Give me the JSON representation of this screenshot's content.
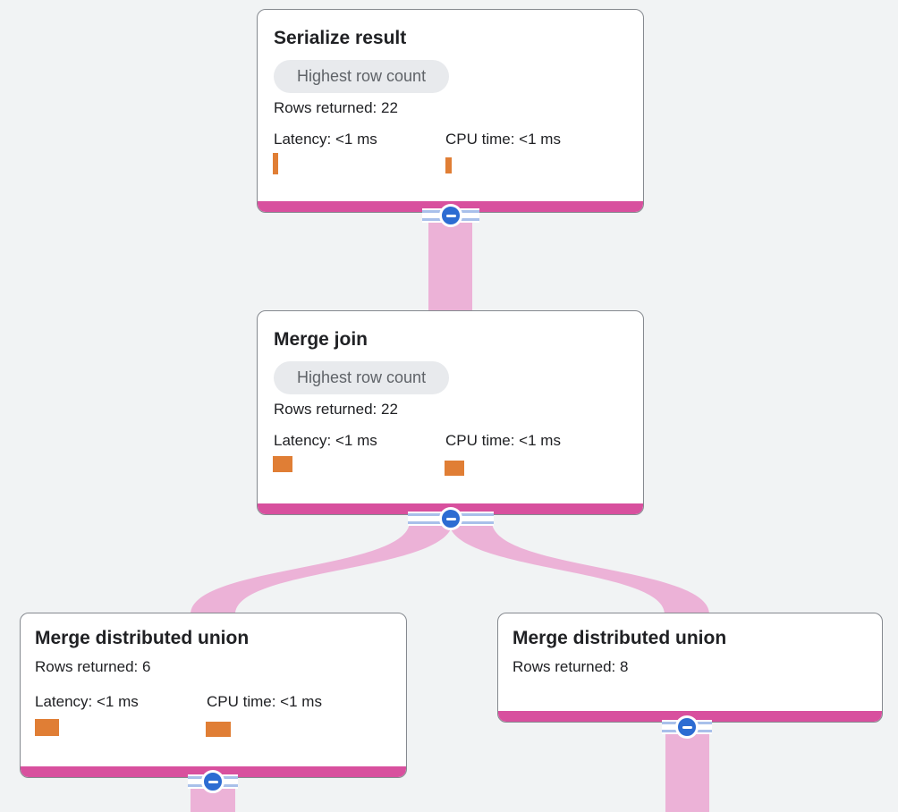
{
  "app": {
    "name": "query-execution-plan-visualizer"
  },
  "badge_label": "Highest row count",
  "nodes": [
    {
      "id": "serialize-result",
      "title": "Serialize result",
      "badge": "Highest row count",
      "rows_returned": "Rows returned: 22",
      "rows_returned_value": 22,
      "latency": "Latency: <1 ms",
      "cpu_time": "CPU time: <1 ms",
      "collapse_button": "expanded"
    },
    {
      "id": "merge-join",
      "title": "Merge join",
      "badge": "Highest row count",
      "rows_returned": "Rows returned: 22",
      "rows_returned_value": 22,
      "latency": "Latency: <1 ms",
      "cpu_time": "CPU time: <1 ms",
      "collapse_button": "expanded"
    },
    {
      "id": "merge-distributed-union-left",
      "title": "Merge distributed union",
      "rows_returned": "Rows returned: 6",
      "rows_returned_value": 6,
      "latency": "Latency: <1 ms",
      "cpu_time": "CPU time: <1 ms",
      "collapse_button": "expanded",
      "has_child_edge_below": true
    },
    {
      "id": "merge-distributed-union-right",
      "title": "Merge distributed union",
      "rows_returned": "Rows returned: 8",
      "rows_returned_value": 8,
      "collapse_button": "expanded",
      "has_child_edge_below": true
    }
  ],
  "edges": [
    {
      "from": "serialize-result",
      "to": "merge-join"
    },
    {
      "from": "merge-join",
      "to": "merge-distributed-union-left"
    },
    {
      "from": "merge-join",
      "to": "merge-distributed-union-right"
    }
  ],
  "colors": {
    "background": "#f1f3f4",
    "card_background": "#ffffff",
    "card_border": "#85898f",
    "node_bottom_bar_pink": "#d8509e",
    "edge_pink": "#ecb2d7",
    "collapse_button_blue": "#2d6cd2",
    "stripe_blue": "#a9c0ea",
    "badge_background": "#e8eaed",
    "badge_text": "#5f6368",
    "metric_bar_orange": "#e07e35",
    "text_primary": "#202124"
  }
}
